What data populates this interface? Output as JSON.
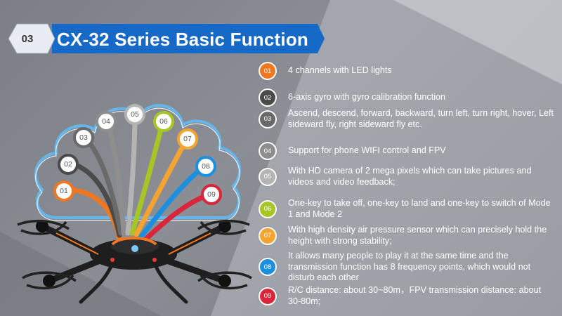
{
  "header": {
    "badge": "03",
    "title": "CX-32 Series Basic Function"
  },
  "features": [
    {
      "num": "01",
      "color": "#f07722",
      "text": "4 channels with LED lights"
    },
    {
      "num": "02",
      "color": "#4a4a4a",
      "text": "6-axis gyro with gyro calibration function"
    },
    {
      "num": "03",
      "color": "#6a6a6a",
      "text": "Ascend, descend, forward, backward, turn left, turn right, hover, Left sideward fly, right sideward fly etc."
    },
    {
      "num": "04",
      "color": "#8e8e8e",
      "text": "Support for phone WIFI control and FPV"
    },
    {
      "num": "05",
      "color": "#b4b4b4",
      "text": "With HD camera of 2 mega pixels which can take pictures and videos and video feedback;"
    },
    {
      "num": "06",
      "color": "#a6c625",
      "text": "One-key to take off, one-key to land and one-key to switch of Mode 1 and Mode 2"
    },
    {
      "num": "07",
      "color": "#f5a431",
      "text": "With high density air pressure sensor which can precisely hold the height with strong stability;"
    },
    {
      "num": "08",
      "color": "#1b8fe0",
      "text": "It allows many people to play it at the same time and the transmission function has 8 frequency points, which would not disturb each other"
    },
    {
      "num": "09",
      "color": "#d9263a",
      "text": "R/C distance: about 30~80m，FPV transmission distance: about 30-80m;"
    }
  ]
}
